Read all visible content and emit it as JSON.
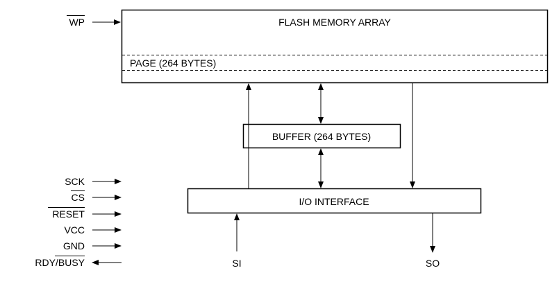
{
  "flash_array": {
    "title": "FLASH MEMORY ARRAY",
    "page_label": "PAGE (264 BYTES)"
  },
  "buffer": {
    "label": "BUFFER (264 BYTES)"
  },
  "io_interface": {
    "label": "I/O INTERFACE"
  },
  "signals": {
    "wp": "WP",
    "sck": "SCK",
    "cs": "CS",
    "reset": "RESET",
    "vcc": "VCC",
    "gnd": "GND",
    "rdy": "RDY/",
    "busy": "BUSY",
    "si": "SI",
    "so": "SO"
  }
}
